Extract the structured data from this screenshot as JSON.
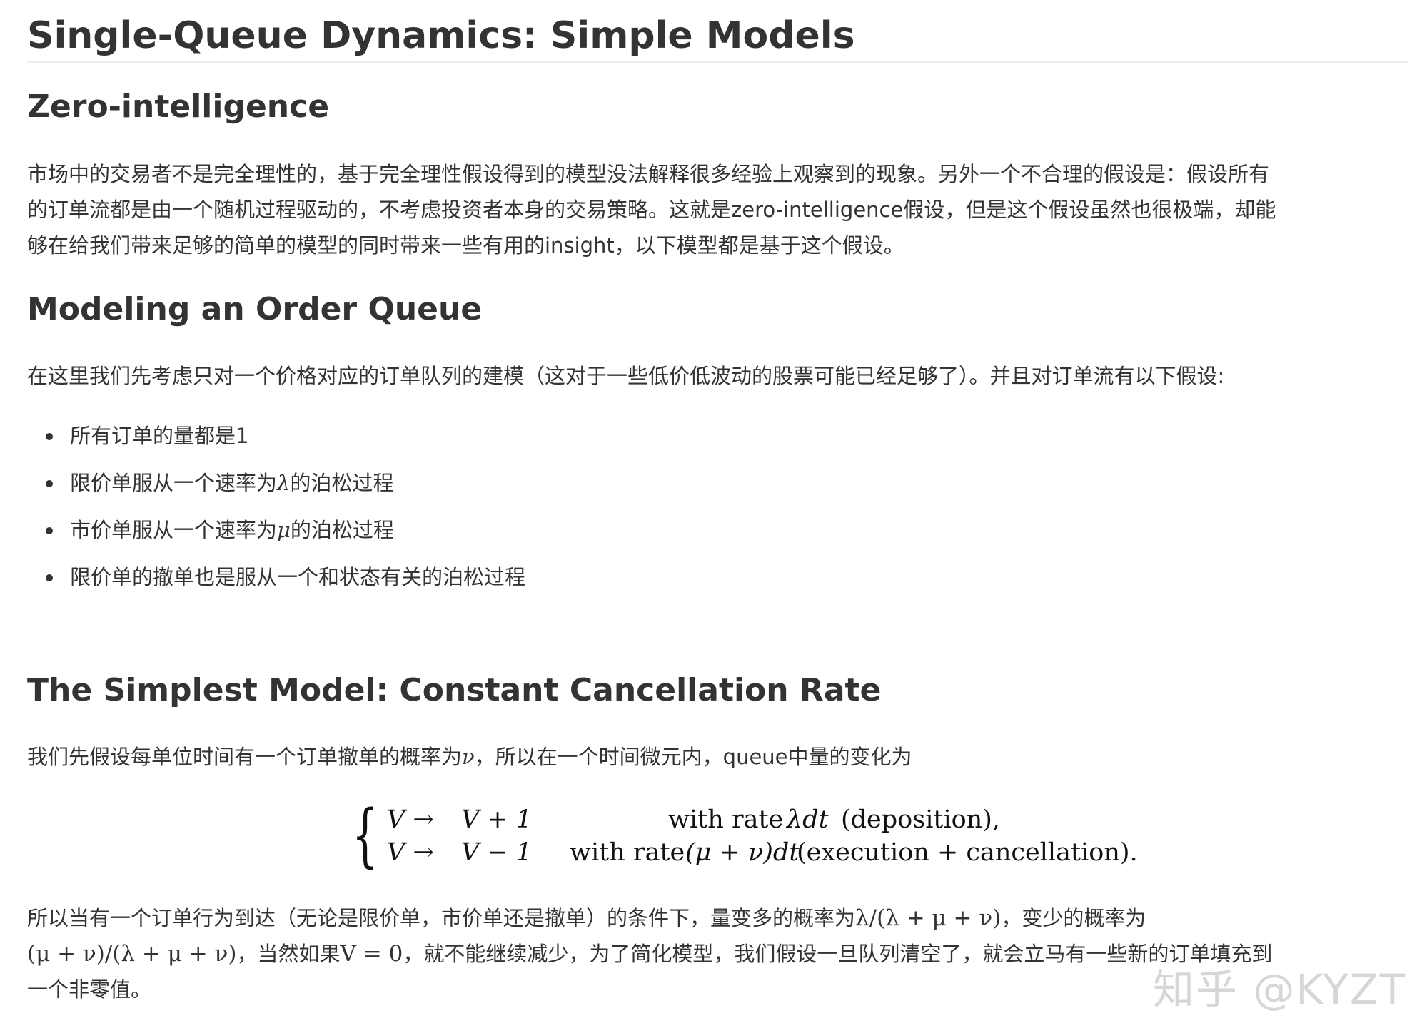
{
  "title": "Single-Queue Dynamics: Simple Models",
  "sections": {
    "zero_intelligence": {
      "heading": "Zero-intelligence",
      "paragraph_lines": [
        "市场中的交易者不是完全理性的，基于完全理性假设得到的模型没法解释很多经验上观察到的现象。另外一个不合理的假设是：假设所有",
        "的订单流都是由一个随机过程驱动的，不考虑投资者本身的交易策略。这就是zero-intelligence假设，但是这个假设虽然也很极端，却能",
        "够在给我们带来足够的简单的模型的同时带来一些有用的insight，以下模型都是基于这个假设。"
      ]
    },
    "order_queue": {
      "heading": "Modeling an Order Queue",
      "paragraph": "在这里我们先考虑只对一个价格对应的订单队列的建模（这对于一些低价低波动的股票可能已经足够了）。并且对订单流有以下假设:",
      "assumptions": [
        {
          "before": "所有订单的量都是1",
          "symbol": "",
          "after": ""
        },
        {
          "before": "限价单服从一个速率为",
          "symbol": "λ",
          "after": "的泊松过程"
        },
        {
          "before": "市价单服从一个速率为",
          "symbol": "μ",
          "after": "的泊松过程"
        },
        {
          "before": "限价单的撤单也是服从一个和状态有关的泊松过程",
          "symbol": "",
          "after": ""
        }
      ]
    },
    "simplest_model": {
      "heading": "The Simplest Model: Constant Cancellation Rate",
      "intro_before": "我们先假设每单位时间有一个订单撤单的概率为",
      "intro_symbol": "ν",
      "intro_after": "，所以在一个时间微元内，queue中量的变化为",
      "equation": {
        "rows": [
          {
            "lhs": "V →",
            "rhs": "V + 1",
            "with": "with rate",
            "rate": "λdt",
            "note": "(deposition),"
          },
          {
            "lhs": "V →",
            "rhs": "V − 1",
            "with": "with rate",
            "rate": "(μ + ν)dt",
            "note": "(execution + cancellation)."
          }
        ]
      },
      "result_line1_before": "所以当有一个订单行为到达（无论是限价单，市价单还是撤单）的条件下，量变多的概率为",
      "result_line1_math": "λ/(λ + μ + ν)",
      "result_line1_after": "，变少的概率为",
      "result_line2_math1": "(μ + ν)/(λ + μ + ν)",
      "result_line2_mid": "，当然如果",
      "result_line2_math2": "V = 0",
      "result_line2_after": "，就不能继续减少，为了简化模型，我们假设一旦队列清空了，就会立马有一些新的订单填充到",
      "result_line3": "一个非零值。"
    }
  },
  "watermark": "知乎 @KYZT"
}
